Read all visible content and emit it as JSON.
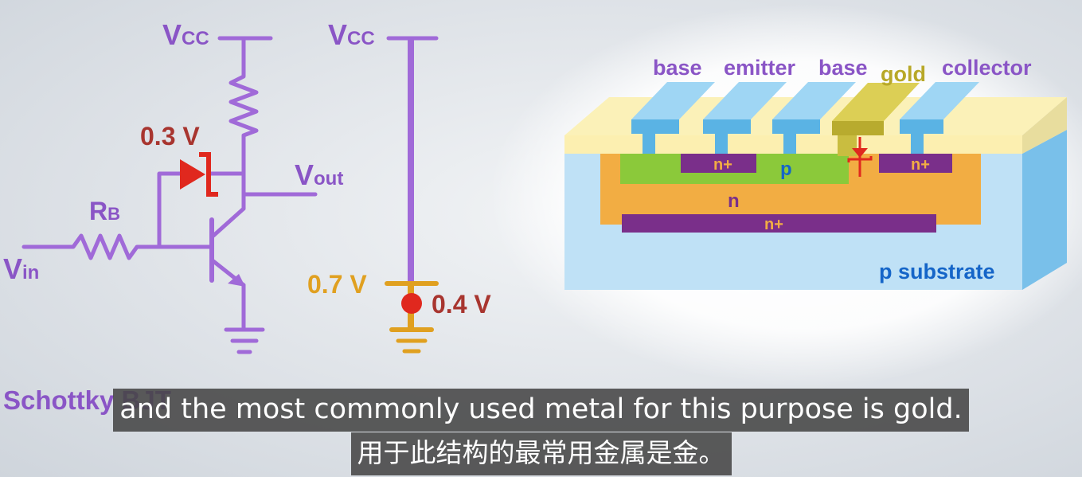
{
  "circuit": {
    "vcc_label": "V",
    "vcc_sub": "CC",
    "vout_label": "V",
    "vout_sub": "out",
    "vin_label": "V",
    "vin_sub": "in",
    "rb_label": "R",
    "rb_sub": "B",
    "diode_voltage": "0.3 V",
    "caption": "Schottky BJT"
  },
  "level": {
    "vcc_label": "V",
    "vcc_sub": "CC",
    "v07": "0.7 V",
    "v04": "0.4 V"
  },
  "cross_section": {
    "terminals": [
      "base",
      "emitter",
      "base",
      "gold",
      "collector"
    ],
    "regions": {
      "n_plus_left": "n+",
      "p": "p",
      "n_plus_right": "n+",
      "n": "n",
      "n_plus_buried": "n+",
      "substrate": "p substrate"
    }
  },
  "subtitles": {
    "english": "and the most commonly used metal for this purpose is gold.",
    "chinese": "用于此结构的最常用金属是金。"
  },
  "colors": {
    "wire": "#a06ad8",
    "label_purple": "#8a55c6",
    "diode_red": "#e0281e",
    "dark_red": "#a8352f",
    "orange": "#e0a020",
    "metal_blue": "#66bde8",
    "gold_metal": "#c9bd40",
    "oxide": "#fbf1b8",
    "substrate": "#bfe1f6",
    "n_region": "#f2ad43",
    "p_region": "#8bc93a",
    "n_plus": "#7a2f8a"
  }
}
